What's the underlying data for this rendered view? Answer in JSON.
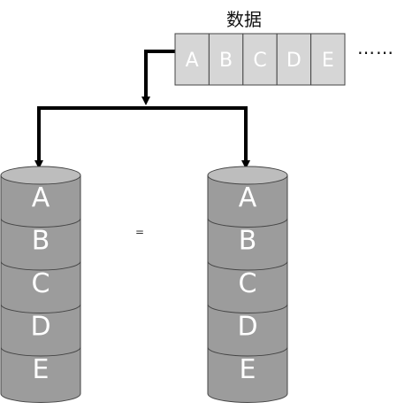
{
  "title": "数据",
  "ellipsis": "……",
  "equals_sign": "=",
  "stream_cells": [
    "A",
    "B",
    "C",
    "D",
    "E"
  ],
  "left_disk": [
    "A",
    "B",
    "C",
    "D",
    "E"
  ],
  "right_disk": [
    "A",
    "B",
    "C",
    "D",
    "E"
  ],
  "colors": {
    "cell_fill": "#d6d6d6",
    "disk_fill": "#9c9c9c",
    "disk_top": "#bdbdbd",
    "stroke": "#444444",
    "arrow": "#000000"
  }
}
